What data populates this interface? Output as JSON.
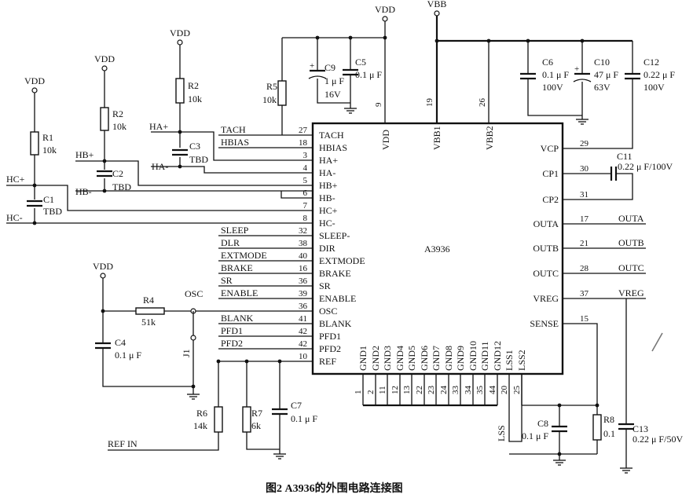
{
  "chip": {
    "name": "A3936",
    "left_pins": [
      {
        "name": "TACH",
        "num": "27",
        "net": "TACH"
      },
      {
        "name": "HBIAS",
        "num": "18",
        "net": "HBIAS"
      },
      {
        "name": "HA+",
        "num": "3",
        "net": ""
      },
      {
        "name": "HA-",
        "num": "4",
        "net": ""
      },
      {
        "name": "HB+",
        "num": "5",
        "net": ""
      },
      {
        "name": "HB-",
        "num": "6",
        "net": ""
      },
      {
        "name": "HC+",
        "num": "7",
        "net": ""
      },
      {
        "name": "HC-",
        "num": "8",
        "net": ""
      },
      {
        "name": "SLEEP-",
        "num": "32",
        "net": "SLEEP"
      },
      {
        "name": "DIR",
        "num": "38",
        "net": "DLR"
      },
      {
        "name": "EXTMODE",
        "num": "40",
        "net": "EXTMODE"
      },
      {
        "name": "BRAKE",
        "num": "16",
        "net": "BRAKE"
      },
      {
        "name": "SR",
        "num": "36",
        "net": "SR"
      },
      {
        "name": "ENABLE",
        "num": "39",
        "net": "ENABLE"
      },
      {
        "name": "OSC",
        "num": "36",
        "net": ""
      },
      {
        "name": "BLANK",
        "num": "41",
        "net": "BLANK"
      },
      {
        "name": "PFD1",
        "num": "42",
        "net": "PFD1"
      },
      {
        "name": "PFD2",
        "num": "42",
        "net": "PFD2"
      },
      {
        "name": "REF",
        "num": "10",
        "net": ""
      }
    ],
    "right_pins": [
      {
        "name": "VCP",
        "num": "29",
        "net": ""
      },
      {
        "name": "CP1",
        "num": "30",
        "net": ""
      },
      {
        "name": "CP2",
        "num": "31",
        "net": ""
      },
      {
        "name": "OUTA",
        "num": "17",
        "net": "OUTA"
      },
      {
        "name": "OUTB",
        "num": "21",
        "net": "OUTB"
      },
      {
        "name": "OUTC",
        "num": "28",
        "net": "OUTC"
      },
      {
        "name": "VREG",
        "num": "37",
        "net": "VREG"
      },
      {
        "name": "SENSE",
        "num": "15",
        "net": ""
      }
    ],
    "top_pins": [
      {
        "name": "VDD",
        "num": "9"
      },
      {
        "name": "VBB1",
        "num": "19"
      },
      {
        "name": "VBB2",
        "num": "26"
      }
    ],
    "bottom_pins": [
      {
        "name": "GND1",
        "num": "1"
      },
      {
        "name": "GND2",
        "num": "2"
      },
      {
        "name": "GND3",
        "num": "11"
      },
      {
        "name": "GND4",
        "num": "12"
      },
      {
        "name": "GND5",
        "num": "13"
      },
      {
        "name": "GND6",
        "num": "22"
      },
      {
        "name": "GND7",
        "num": "23"
      },
      {
        "name": "GND8",
        "num": "24"
      },
      {
        "name": "GND9",
        "num": "33"
      },
      {
        "name": "GND10",
        "num": "34"
      },
      {
        "name": "GND11",
        "num": "35"
      },
      {
        "name": "GND12",
        "num": "44"
      },
      {
        "name": "LSS1",
        "num": "20"
      },
      {
        "name": "LSS2",
        "num": "25"
      }
    ]
  },
  "components": [
    {
      "id": "r1",
      "ref": "R1",
      "value": "10k"
    },
    {
      "id": "r2a",
      "ref": "R2",
      "value": "10k"
    },
    {
      "id": "r2b",
      "ref": "R2",
      "value": "10k"
    },
    {
      "id": "r5",
      "ref": "R5",
      "value": "10k"
    },
    {
      "id": "r4",
      "ref": "R4",
      "value": "51k"
    },
    {
      "id": "r6",
      "ref": "R6",
      "value": "14k"
    },
    {
      "id": "r7",
      "ref": "R7",
      "value": "6k"
    },
    {
      "id": "r8",
      "ref": "R8",
      "value": "0.1"
    },
    {
      "id": "c1",
      "ref": "C1",
      "value": "TBD"
    },
    {
      "id": "c2",
      "ref": "C2",
      "value": "TBD"
    },
    {
      "id": "c3",
      "ref": "C3",
      "value": "TBD"
    },
    {
      "id": "c4",
      "ref": "C4",
      "value": "0.1 μ F"
    },
    {
      "id": "c5",
      "ref": "C5",
      "value": "0.1 μ F"
    },
    {
      "id": "c6",
      "ref": "C6",
      "value": "0.1 μ F",
      "value2": "100V"
    },
    {
      "id": "c7",
      "ref": "C7",
      "value": "0.1 μ F"
    },
    {
      "id": "c8",
      "ref": "C8",
      "value": "0.1 μ F"
    },
    {
      "id": "c9",
      "ref": "C9",
      "value": "1 μ F",
      "value2": "16V"
    },
    {
      "id": "c10",
      "ref": "C10",
      "value": "47 μ F",
      "value2": "63V"
    },
    {
      "id": "c11",
      "ref": "C11",
      "value": "0.22 μ F/100V"
    },
    {
      "id": "c12",
      "ref": "C12",
      "value": "0.22 μ F",
      "value2": "100V"
    },
    {
      "id": "c13",
      "ref": "C13",
      "value": "0.22 μ F/50V"
    }
  ],
  "labels": {
    "vdd": "VDD",
    "vbb": "VBB",
    "osc": "OSC",
    "j1": "J1",
    "lss": "LSS",
    "ref_in": "REF IN",
    "ha_plus": "HA+",
    "ha_minus": "HA-",
    "hb_plus": "HB+",
    "hb_minus": "HB-",
    "hc_plus": "HC+",
    "hc_minus": "HC-",
    "caption": "图2   A3936的外围电路连接图"
  }
}
